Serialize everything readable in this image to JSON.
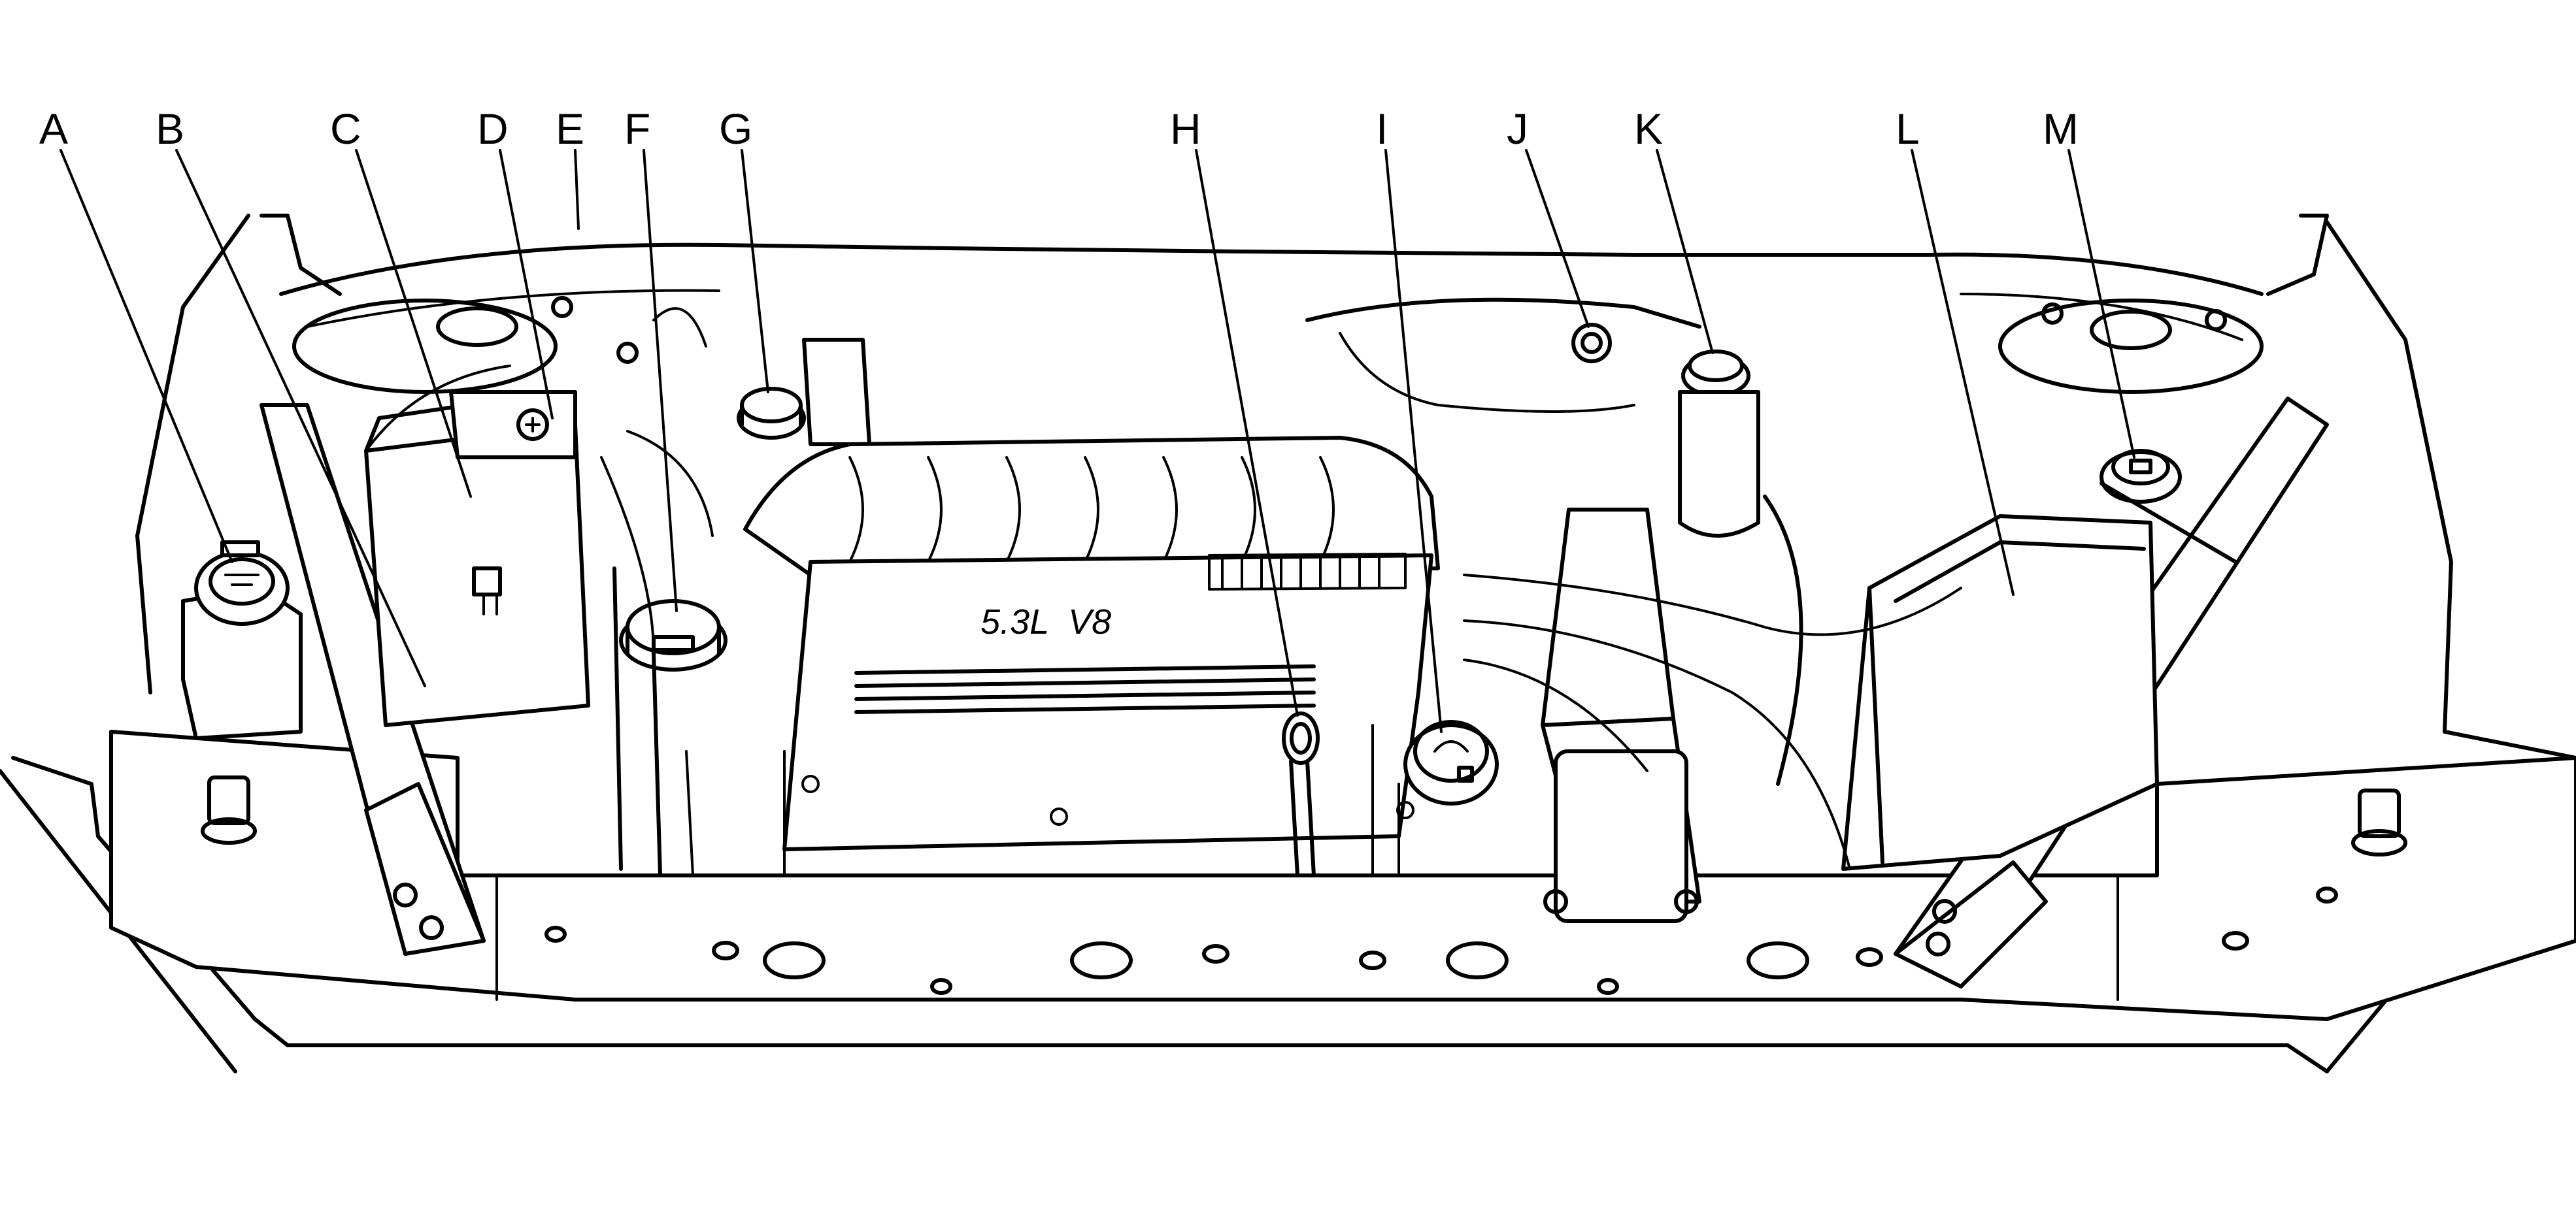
{
  "diagram": {
    "engine_badge": "5.3L  V8",
    "callouts": [
      {
        "letter": "A"
      },
      {
        "letter": "B"
      },
      {
        "letter": "C"
      },
      {
        "letter": "D"
      },
      {
        "letter": "E"
      },
      {
        "letter": "F"
      },
      {
        "letter": "G"
      },
      {
        "letter": "H"
      },
      {
        "letter": "I"
      },
      {
        "letter": "J"
      },
      {
        "letter": "K"
      },
      {
        "letter": "L"
      },
      {
        "letter": "M"
      }
    ]
  }
}
